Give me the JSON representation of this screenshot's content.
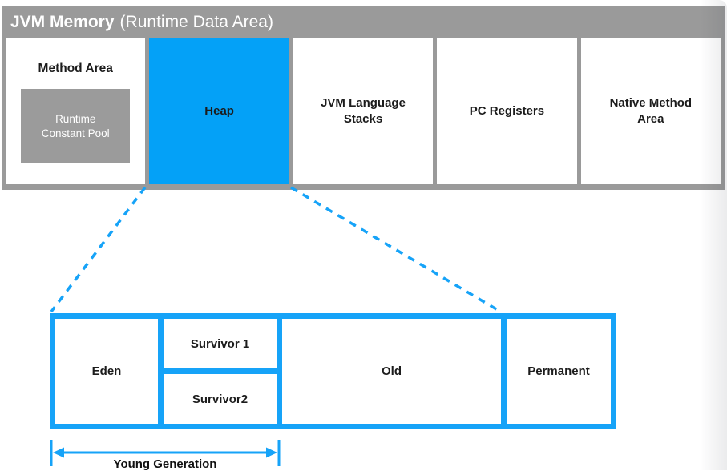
{
  "header": {
    "title": "JVM Memory",
    "subtitle": "(Runtime Data Area)"
  },
  "colors": {
    "accent_blue": "#16a3f8",
    "heap_blue": "#04a1f7",
    "panel_gray": "#9a9a9a",
    "inner_pool_gray": "#9b9b9b"
  },
  "memory_areas": [
    {
      "label": "Method Area",
      "sublabel": "Runtime Constant Pool"
    },
    {
      "label": "Heap"
    },
    {
      "label": "JVM Language Stacks"
    },
    {
      "label": "PC Registers"
    },
    {
      "label": "Native Method Area"
    }
  ],
  "heap_detail": {
    "regions": [
      {
        "label": "Eden"
      },
      {
        "label": "Survivor 1"
      },
      {
        "label": "Survivor2"
      },
      {
        "label": "Old"
      },
      {
        "label": "Permanent"
      }
    ],
    "bracket_label": "Young Generation"
  }
}
